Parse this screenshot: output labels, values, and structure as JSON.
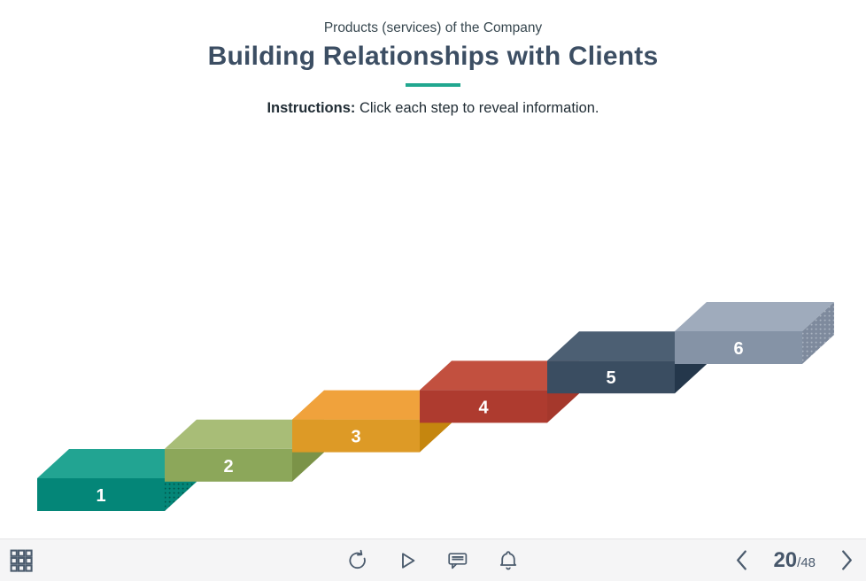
{
  "header": {
    "subtitle": "Products (services) of the Company",
    "title": "Building Relationships with Clients",
    "accent_color": "#21A78F",
    "instructions_label": "Instructions:",
    "instructions_text": " Click each step to reveal information."
  },
  "staircase": {
    "description": "six ascending 3D steps, clickable",
    "steps": [
      {
        "label": "1",
        "top": "#22A492",
        "front": "#048678",
        "side": "#048678",
        "side_dots": "#01564C"
      },
      {
        "label": "2",
        "top": "#A8BD77",
        "front": "#8CA75A",
        "side": "#7B9348"
      },
      {
        "label": "3",
        "top": "#F0A23C",
        "front": "#DD9A26",
        "side": "#C5860F"
      },
      {
        "label": "4",
        "top": "#C2503F",
        "front": "#AE3B2F",
        "side": "#A5382C"
      },
      {
        "label": "5",
        "top": "#4C5F73",
        "front": "#3A4D61",
        "side": "#24374B"
      },
      {
        "label": "6",
        "top": "#9FABBC",
        "front": "#8593A6",
        "side": "#7E8A9D",
        "side_dots": "#A9B3C1"
      }
    ],
    "label_color": "#FFFFFF"
  },
  "toolbar": {
    "icon_color": "#4C5C6E",
    "icons": [
      "grid-menu-icon",
      "replay-icon",
      "play-icon",
      "comment-icon",
      "bell-icon",
      "prev-icon",
      "next-icon"
    ],
    "pager": {
      "current": "20",
      "separator": "/",
      "total": "48"
    }
  }
}
